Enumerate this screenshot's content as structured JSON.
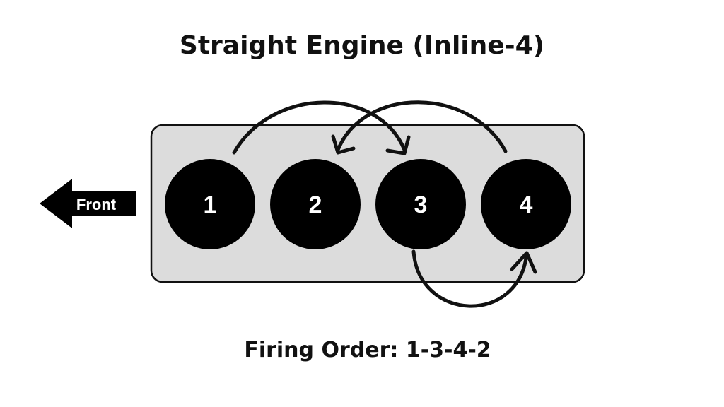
{
  "title": "Straight Engine (Inline-4)",
  "front_label": "Front",
  "cylinders": [
    {
      "label": "1"
    },
    {
      "label": "2"
    },
    {
      "label": "3"
    },
    {
      "label": "4"
    }
  ],
  "firing_order_text": "Firing Order: 1-3-4-2",
  "colors": {
    "block_fill": "#dcdcdc",
    "block_stroke": "#111111",
    "cylinder_fill": "#000000",
    "cylinder_text": "#ffffff",
    "arrow": "#111111"
  }
}
